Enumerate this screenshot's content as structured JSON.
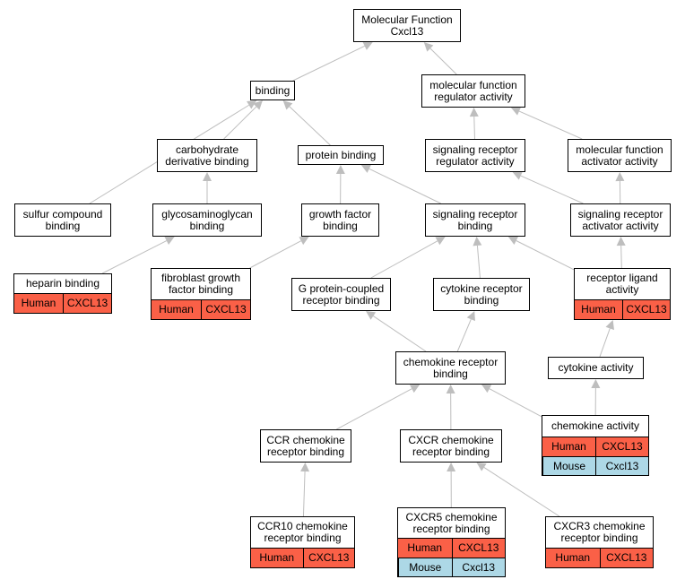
{
  "colors": {
    "edge": "#bebebe",
    "human": "#fa6047",
    "mouse": "#add8e6",
    "border": "#000000"
  },
  "nodes": {
    "root": {
      "label": "Molecular Function\nCxcl13"
    },
    "binding": {
      "label": "binding"
    },
    "mf_regulator": {
      "label": "molecular function\nregulator activity"
    },
    "carbohydrate": {
      "label": "carbohydrate\nderivative binding"
    },
    "protein": {
      "label": "protein binding"
    },
    "sig_regulator": {
      "label": "signaling receptor\nregulator activity"
    },
    "mf_activator": {
      "label": "molecular function\nactivator activity"
    },
    "sulfur": {
      "label": "sulfur compound\nbinding"
    },
    "glycosaminoglycan": {
      "label": "glycosaminoglycan\nbinding"
    },
    "growth_factor": {
      "label": "growth factor\nbinding"
    },
    "sig_binding": {
      "label": "signaling receptor\nbinding"
    },
    "sig_activator": {
      "label": "signaling receptor\nactivator activity"
    },
    "heparin": {
      "label": "heparin binding",
      "tags": [
        [
          "Human",
          "CXCL13"
        ]
      ]
    },
    "fgf": {
      "label": "fibroblast growth\nfactor binding",
      "tags": [
        [
          "Human",
          "CXCL13"
        ]
      ]
    },
    "gpcr": {
      "label": "G protein-coupled\nreceptor binding"
    },
    "cytokine_receptor": {
      "label": "cytokine receptor\nbinding"
    },
    "receptor_ligand": {
      "label": "receptor ligand\nactivity",
      "tags": [
        [
          "Human",
          "CXCL13"
        ]
      ]
    },
    "chemokine_receptor": {
      "label": "chemokine receptor\nbinding"
    },
    "cytokine_activity": {
      "label": "cytokine activity"
    },
    "chemokine_activity": {
      "label": "chemokine activity",
      "tags": [
        [
          "Human",
          "CXCL13"
        ],
        [
          "Mouse",
          "Cxcl13"
        ]
      ]
    },
    "ccr": {
      "label": "CCR chemokine\nreceptor binding"
    },
    "cxcr": {
      "label": "CXCR chemokine\nreceptor binding"
    },
    "ccr10": {
      "label": "CCR10 chemokine\nreceptor binding",
      "tags": [
        [
          "Human",
          "CXCL13"
        ]
      ]
    },
    "cxcr5": {
      "label": "CXCR5 chemokine\nreceptor binding",
      "tags": [
        [
          "Human",
          "CXCL13"
        ],
        [
          "Mouse",
          "Cxcl13"
        ]
      ]
    },
    "cxcr3": {
      "label": "CXCR3 chemokine\nreceptor binding",
      "tags": [
        [
          "Human",
          "CXCL13"
        ]
      ]
    }
  },
  "edges": [
    [
      "binding",
      "root"
    ],
    [
      "mf_regulator",
      "root"
    ],
    [
      "carbohydrate",
      "binding"
    ],
    [
      "protein",
      "binding"
    ],
    [
      "sulfur",
      "binding"
    ],
    [
      "sig_regulator",
      "mf_regulator"
    ],
    [
      "mf_activator",
      "mf_regulator"
    ],
    [
      "glycosaminoglycan",
      "carbohydrate"
    ],
    [
      "growth_factor",
      "protein"
    ],
    [
      "sig_binding",
      "protein"
    ],
    [
      "sig_activator",
      "sig_regulator"
    ],
    [
      "sig_activator",
      "mf_activator"
    ],
    [
      "heparin",
      "glycosaminoglycan"
    ],
    [
      "fgf",
      "growth_factor"
    ],
    [
      "gpcr",
      "sig_binding"
    ],
    [
      "cytokine_receptor",
      "sig_binding"
    ],
    [
      "receptor_ligand",
      "sig_binding"
    ],
    [
      "receptor_ligand",
      "sig_activator"
    ],
    [
      "chemokine_receptor",
      "gpcr"
    ],
    [
      "chemokine_receptor",
      "cytokine_receptor"
    ],
    [
      "cytokine_activity",
      "receptor_ligand"
    ],
    [
      "chemokine_activity",
      "cytokine_activity"
    ],
    [
      "chemokine_activity",
      "chemokine_receptor"
    ],
    [
      "ccr",
      "chemokine_receptor"
    ],
    [
      "cxcr",
      "chemokine_receptor"
    ],
    [
      "ccr10",
      "ccr"
    ],
    [
      "cxcr5",
      "cxcr"
    ],
    [
      "cxcr3",
      "cxcr"
    ]
  ]
}
